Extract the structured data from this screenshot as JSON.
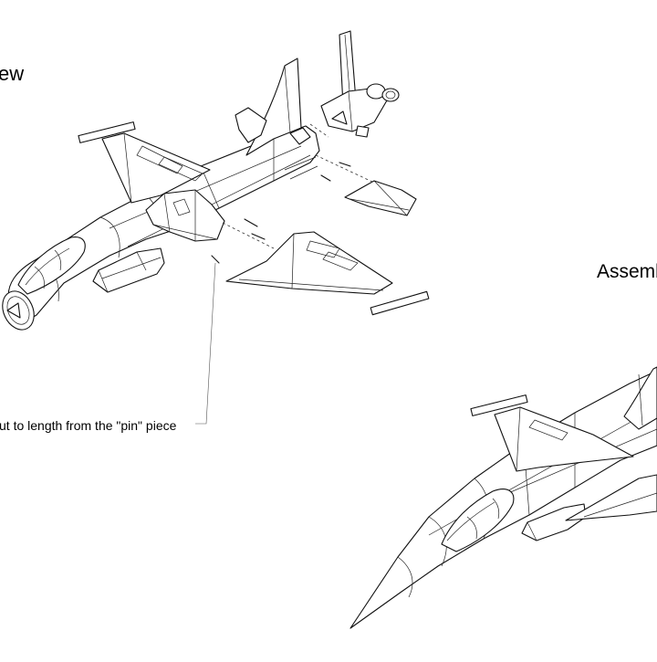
{
  "labels": {
    "exploded_view": "ew",
    "assembled": "Assemb",
    "pin_note": "ut to length from the \"pin\" piece"
  },
  "colors": {
    "line": "#111111",
    "background": "#ffffff"
  }
}
